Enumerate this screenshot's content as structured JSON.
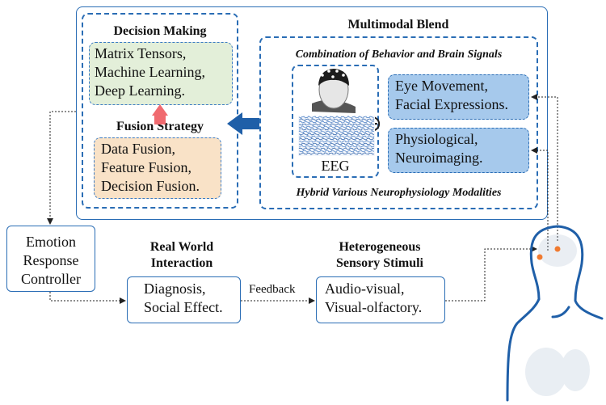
{
  "multimodal": {
    "title": "Multimodal Blend",
    "combination_caption": "Combination of Behavior and Brain Signals",
    "hybrid_caption": "Hybrid Various Neurophysiology Modalities",
    "eeg_label": "EEG",
    "plus_symbol": "⊕",
    "behavior_lines": [
      "Eye Movement,",
      "Facial Expressions."
    ],
    "physio_lines": [
      "Physiological,",
      "Neuroimaging."
    ]
  },
  "decision": {
    "title": "Decision Making",
    "lines": [
      "Matrix Tensors,",
      "Machine Learning,",
      "Deep Learning."
    ]
  },
  "fusion": {
    "title": "Fusion Strategy",
    "lines": [
      "Data Fusion,",
      "Feature Fusion,",
      "Decision Fusion."
    ]
  },
  "controller": {
    "lines": [
      "Emotion",
      "Response",
      "Controller"
    ]
  },
  "real_world": {
    "title_lines": [
      "Real World",
      "Interaction"
    ],
    "lines": [
      "Diagnosis,",
      "Social Effect."
    ]
  },
  "feedback_label": "Feedback",
  "stimuli": {
    "title_lines": [
      "Heterogeneous",
      "Sensory Stimuli"
    ],
    "lines": [
      "Audio-visual,",
      "Visual-olfactory."
    ]
  },
  "colors": {
    "border_blue": "#2a6db5",
    "decision_bg": "#e3efd9",
    "fusion_bg": "#f9e2c7",
    "signal_bg": "#a6c9ec",
    "up_arrow": "#f06a6f",
    "left_arrow": "#1f5fa8",
    "brain_dot": "#f07a30"
  }
}
